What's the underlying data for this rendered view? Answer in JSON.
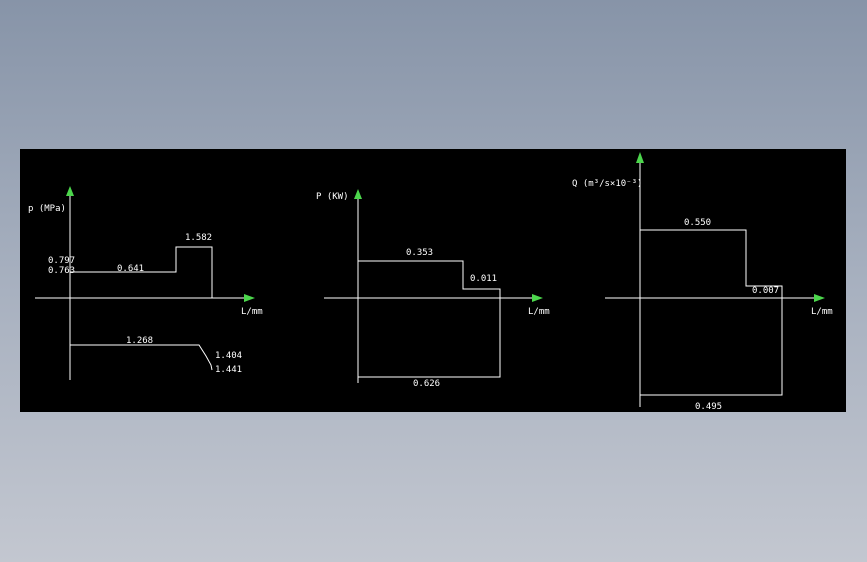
{
  "background_color": "#8f9aac",
  "viewport_color": "#000000",
  "arrow_color": "#4cd64c",
  "diagrams": [
    {
      "y_label": "p (MPa)",
      "x_label": "L/mm",
      "values": {
        "v0797": "0.797",
        "v0763": "0.763",
        "v0641": "0.641",
        "v1582": "1.582",
        "v1268": "1.268",
        "v1404": "1.404",
        "v1441": "1.441"
      }
    },
    {
      "y_label": "P (KW)",
      "x_label": "L/mm",
      "values": {
        "v0353": "0.353",
        "v0011": "0.011",
        "v0626": "0.626"
      }
    },
    {
      "y_label": "Q (m³/s×10⁻³)",
      "x_label": "L/mm",
      "values": {
        "v0550": "0.550",
        "v0007": "0.007",
        "v0495": "0.495"
      }
    }
  ]
}
